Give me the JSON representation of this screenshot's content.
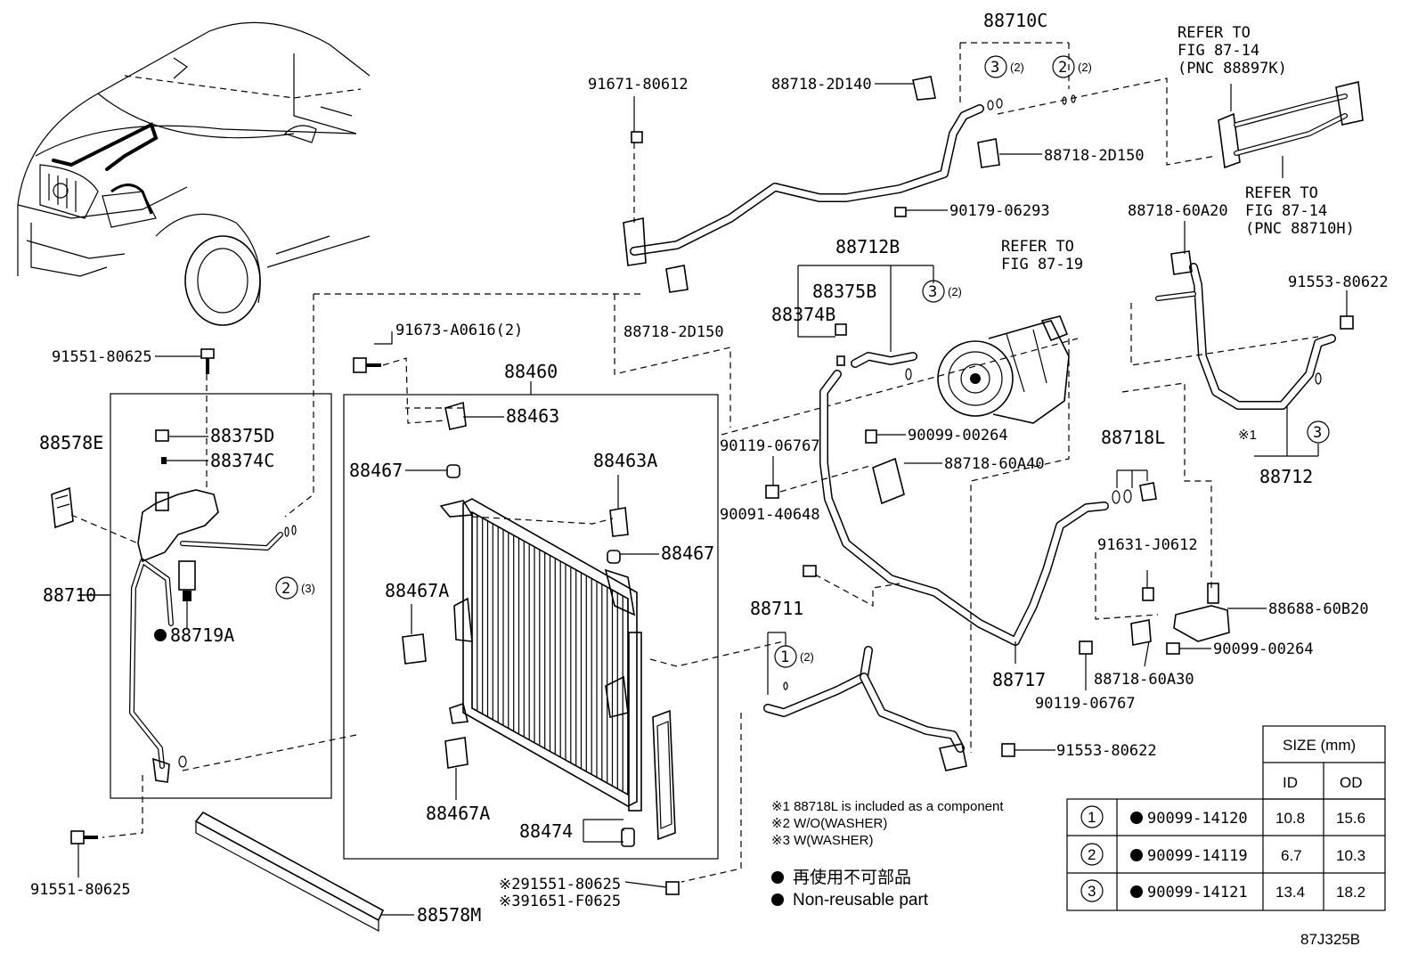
{
  "parts": {
    "p88710C": "88710C",
    "p88718_2D140": "88718-2D140",
    "p91671_80612": "91671-80612",
    "p88718_2D150_a": "88718-2D150",
    "p88718_2D150_b": "88718-2D150",
    "p90179_06293": "90179-06293",
    "p88712B": "88712B",
    "p88375B": "88375B",
    "p88374B": "88374B",
    "p88718_60A20": "88718-60A20",
    "p91553_80622_a": "91553-80622",
    "p91551_80625_a": "91551-80625",
    "p91673_A0616": "91673-A0616(2)",
    "p88460": "88460",
    "p88463": "88463",
    "p88375D": "88375D",
    "p88374C": "88374C",
    "p88578E": "88578E",
    "p88467_a": "88467",
    "p88463A": "88463A",
    "p88467_b": "88467",
    "p88710": "88710",
    "p88467A_a": "88467A",
    "p88719A": "88719A",
    "p90119_06767_a": "90119-06767",
    "p90099_00264_a": "90099-00264",
    "p88718_60A40": "88718-60A40",
    "p88718L": "88718L",
    "p88712": "88712",
    "p90091_40648": "90091-40648",
    "p91631_J0612": "91631-J0612",
    "p88688_60B20": "88688-60B20",
    "p88711": "88711",
    "p90099_00264_b": "90099-00264",
    "p88718_60A30": "88718-60A30",
    "p88717": "88717",
    "p90119_06767_b": "90119-06767",
    "p91553_80622_b": "91553-80622",
    "p88467A_b": "88467A",
    "p88474": "88474",
    "p91551_80625_b": "91551-80625",
    "p91551_80625_c": "※291551-80625",
    "p91651_F0625": "※391651-F0625",
    "p88578M": "88578M"
  },
  "refs": {
    "r1_l1": "REFER TO",
    "r1_l2": "FIG 87-14",
    "r1_l3": "(PNC 88897K)",
    "r2_l1": "REFER TO",
    "r2_l2": "FIG 87-14",
    "r2_l3": "(PNC 88710H)",
    "r3_l1": "REFER TO",
    "r3_l2": "FIG 87-19"
  },
  "callouts": {
    "c3_a": "3",
    "c3_a_q": "(2)",
    "c2_a": "2",
    "c2_a_q": "(2)",
    "c3_b": "3",
    "c3_b_q": "(2)",
    "c3_c": "3",
    "c2_b": "2",
    "c2_b_q": "(3)",
    "c1_a": "1",
    "c1_a_q": "(2)",
    "note_star1": "※1"
  },
  "notes": {
    "n1": "※1 88718L is included as a component",
    "n2": "※2 W/O(WASHER)",
    "n3": "※3 W(WASHER)",
    "legend_jp": "再使用不可部品",
    "legend_en": "Non-reusable part"
  },
  "table": {
    "size_header": "SIZE (mm)",
    "col_id": "ID",
    "col_od": "OD",
    "rows": [
      {
        "no": "1",
        "part": "90099-14120",
        "id": "10.8",
        "od": "15.6"
      },
      {
        "no": "2",
        "part": "90099-14119",
        "id": "6.7",
        "od": "10.3"
      },
      {
        "no": "3",
        "part": "90099-14121",
        "id": "13.4",
        "od": "18.2"
      }
    ]
  },
  "figure_code": "87J325B"
}
